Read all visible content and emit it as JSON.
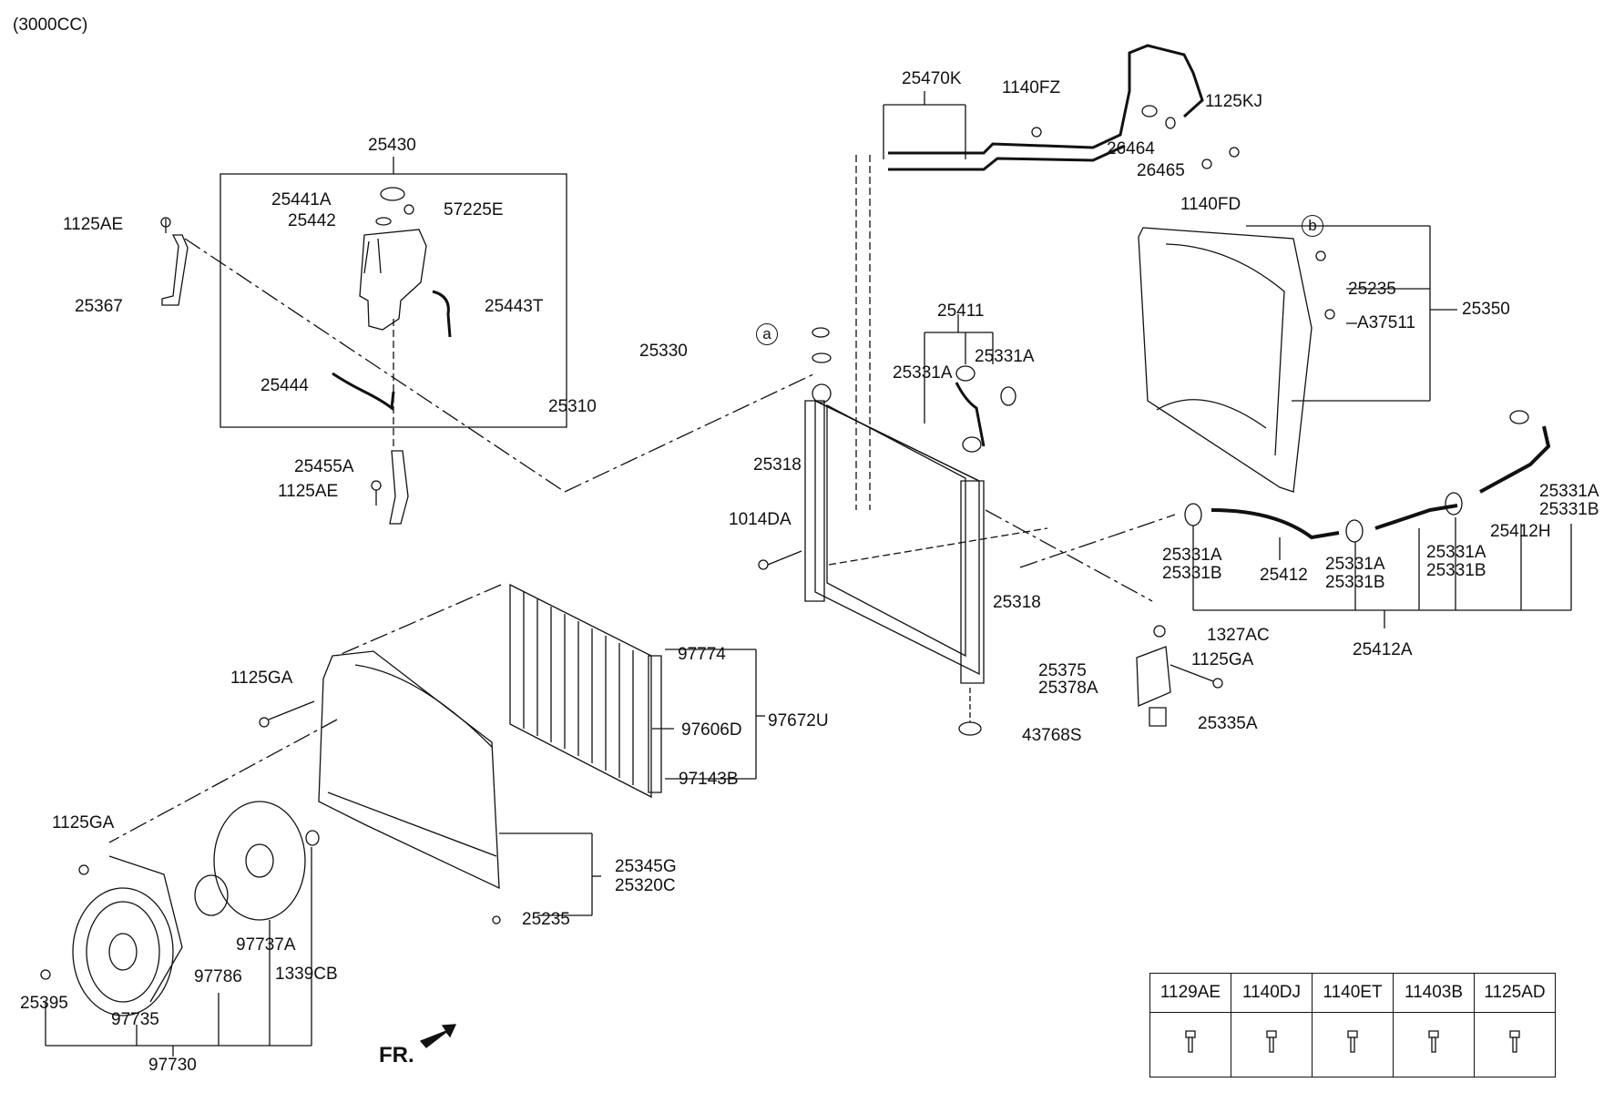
{
  "header": {
    "engine": "(3000CC)"
  },
  "callouts": {
    "a": "a",
    "b": "b"
  },
  "parts": {
    "p25430": "25430",
    "p25441A": "25441A",
    "p25442": "25442",
    "p57225E": "57225E",
    "p25443T": "25443T",
    "p25444": "25444",
    "p1125AE_top": "1125AE",
    "p25367": "25367",
    "p25455A": "25455A",
    "p1125AE_low": "1125AE",
    "p25470K": "25470K",
    "p1140FZ": "1140FZ",
    "p1125KJ": "1125KJ",
    "p26464": "26464",
    "p26465": "26465",
    "p1140FD": "1140FD",
    "p25350": "25350",
    "p25235_top": "25235",
    "pA37511": "A37511",
    "p25411": "25411",
    "p25331A_1": "25331A",
    "p25331A_2": "25331A",
    "p25330": "25330",
    "p25310": "25310",
    "p25318_a": "25318",
    "p1014DA": "1014DA",
    "p25331A_r1": "25331A",
    "p25331B_r1": "25331B",
    "p25412H": "25412H",
    "p25331A_r2": "25331A",
    "p25331B_r2": "25331B",
    "p25412": "25412",
    "p25331A_r3": "25331A",
    "p25331B_r3": "25331B",
    "p25331A_r4": "25331A",
    "p25331B_r4": "25331B",
    "p25412A": "25412A",
    "p25318_b": "25318",
    "p1327AC": "1327AC",
    "p25375": "25375",
    "p25378A": "25378A",
    "p1125GA_r": "1125GA",
    "p25335A": "25335A",
    "p43768S": "43768S",
    "p1125GA_m": "1125GA",
    "p97774": "97774",
    "p97606D": "97606D",
    "p97672U": "97672U",
    "p97143B": "97143B",
    "p1125GA_l": "1125GA",
    "p25345G": "25345G",
    "p25320C": "25320C",
    "p25235_low": "25235",
    "p97737A": "97737A",
    "p97786": "97786",
    "p1339CB": "1339CB",
    "p25395": "25395",
    "p97735": "97735",
    "p97730": "97730"
  },
  "fr_label": "FR.",
  "fastener_table": {
    "headers": [
      "1129AE",
      "1140DJ",
      "1140ET",
      "11403B",
      "1125AD"
    ],
    "icons": [
      "bolt-icon",
      "bolt-icon",
      "bolt-icon",
      "bolt-icon",
      "bolt-icon"
    ]
  },
  "colors": {
    "line": "#111111",
    "background": "#ffffff"
  }
}
